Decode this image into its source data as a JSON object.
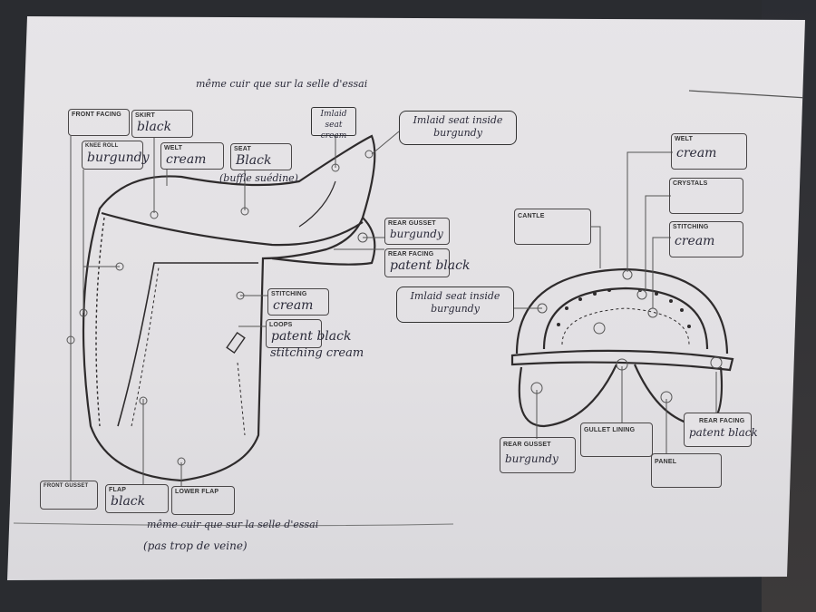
{
  "side_view": {
    "note_top": "même cuir que sur la selle d'essai",
    "front_facing": {
      "label": "FRONT FACING",
      "value": ""
    },
    "skirt": {
      "label": "SKIRT",
      "value": "black"
    },
    "knee_roll": {
      "label": "KNEE ROLL",
      "value": "burgundy"
    },
    "welt": {
      "label": "WELT",
      "value": "cream"
    },
    "seat": {
      "label": "SEAT",
      "value": "Black",
      "note": "(buffle suédine)"
    },
    "imlaid_seat": {
      "line1": "Imlaid seat",
      "line2": "cream"
    },
    "imlaid_seat_inside": {
      "line1": "Imlaid seat inside",
      "line2": "burgundy"
    },
    "rear_gusset": {
      "label": "REAR GUSSET",
      "value": "burgundy"
    },
    "rear_facing": {
      "label": "REAR FACING",
      "value": "patent black"
    },
    "stitching": {
      "label": "STITCHING",
      "value": "cream"
    },
    "loops": {
      "label": "LOOPS",
      "value": "patent black",
      "note": "stitching cream"
    },
    "front_gusset": {
      "label": "FRONT GUSSET",
      "value": ""
    },
    "flap": {
      "label": "FLAP",
      "value": "black"
    },
    "lower_flap": {
      "label": "LOWER FLAP",
      "value": ""
    },
    "note_bottom_1": "même cuir que sur la selle d'essai",
    "note_bottom_2": "(pas trop de veine)"
  },
  "rear_view": {
    "imlaid_seat_inside": {
      "line1": "Imlaid seat inside",
      "line2": "burgundy"
    },
    "welt": {
      "label": "WELT",
      "value": "cream"
    },
    "crystals": {
      "label": "CRYSTALS",
      "value": ""
    },
    "stitching": {
      "label": "STITCHING",
      "value": "cream"
    },
    "cantle": {
      "label": "CANTLE",
      "value": ""
    },
    "rear_gusset": {
      "label": "REAR GUSSET",
      "value": "burgundy"
    },
    "gullet_lining": {
      "label": "GULLET LINING",
      "value": ""
    },
    "panel": {
      "label": "PANEL",
      "value": ""
    },
    "rear_facing": {
      "label": "REAR FACING",
      "value": "patent black"
    }
  }
}
